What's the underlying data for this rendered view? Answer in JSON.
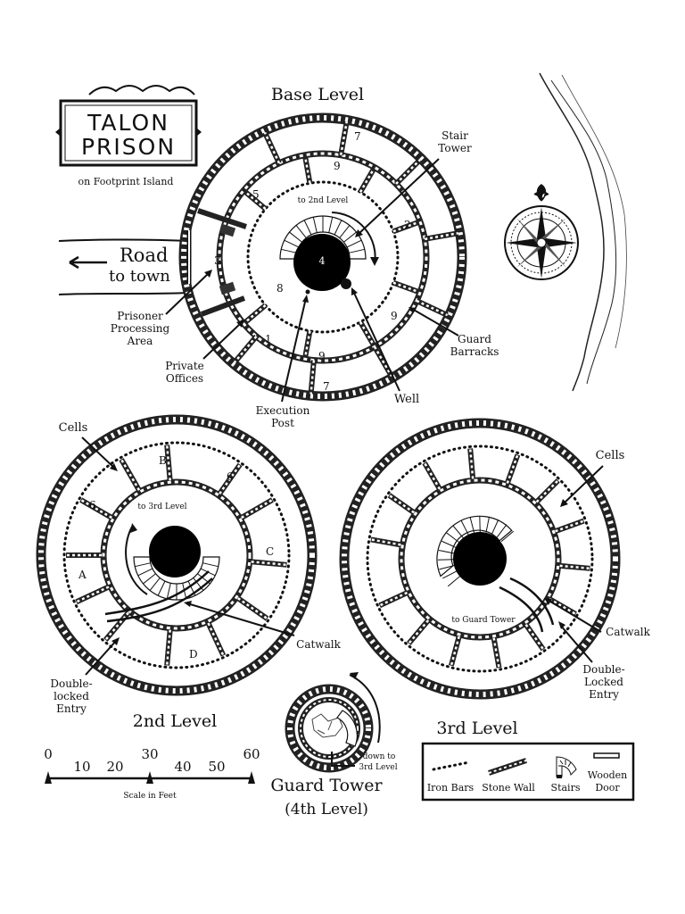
{
  "title": {
    "line1": "TALON",
    "line2": "PRISON",
    "subtitle": "on Footprint Island"
  },
  "levels": {
    "base": "Base Level",
    "second": "2nd Level",
    "third": "3rd Level",
    "guard_tower": "Guard Tower",
    "guard_tower_sub": "(4th Level)"
  },
  "road": {
    "line1": "Road",
    "line2": "to town"
  },
  "base_labels": {
    "stair_tower_1": "Stair",
    "stair_tower_2": "Tower",
    "to_2nd": "to 2nd Level",
    "prisoner_1": "Prisoner",
    "prisoner_2": "Processing",
    "prisoner_3": "Area",
    "offices_1": "Private",
    "offices_2": "Offices",
    "execution_1": "Execution",
    "execution_2": "Post",
    "well": "Well",
    "barracks_1": "Guard",
    "barracks_2": "Barracks"
  },
  "room_numbers": {
    "r1": "1",
    "r2": "2",
    "r3": "3",
    "r4": "4",
    "r5": "5",
    "r7a": "7",
    "r7b": "7",
    "r8": "8",
    "r9a": "9",
    "r9b": "9",
    "r9c": "9"
  },
  "second_labels": {
    "cells": "Cells",
    "a": "A",
    "b": "B",
    "c": "C",
    "d": "D",
    "six_a": "6",
    "six_b": "6",
    "to_3rd": "to 3rd Level",
    "catwalk": "Catwalk",
    "entry_1": "Double-",
    "entry_2": "locked",
    "entry_3": "Entry"
  },
  "third_labels": {
    "cells": "Cells",
    "to_guard": "to Guard Tower",
    "catwalk": "Catwalk",
    "entry_1": "Double-",
    "entry_2": "Locked",
    "entry_3": "Entry"
  },
  "tower_labels": {
    "down_1": "down to",
    "down_2": "3rd Level"
  },
  "scale": {
    "ticks": [
      "0",
      "10",
      "20",
      "30",
      "40",
      "50",
      "60"
    ],
    "caption": "Scale in Feet"
  },
  "legend": {
    "items": [
      {
        "label": "Iron Bars",
        "symbol": "iron-bars"
      },
      {
        "label": "Stone Wall",
        "symbol": "stone-wall"
      },
      {
        "label": "Stairs",
        "symbol": "stairs"
      },
      {
        "label_1": "Wooden",
        "label_2": "Door",
        "symbol": "wooden-door"
      }
    ]
  },
  "colors": {
    "ink": "#111111",
    "paper": "#ffffff"
  }
}
